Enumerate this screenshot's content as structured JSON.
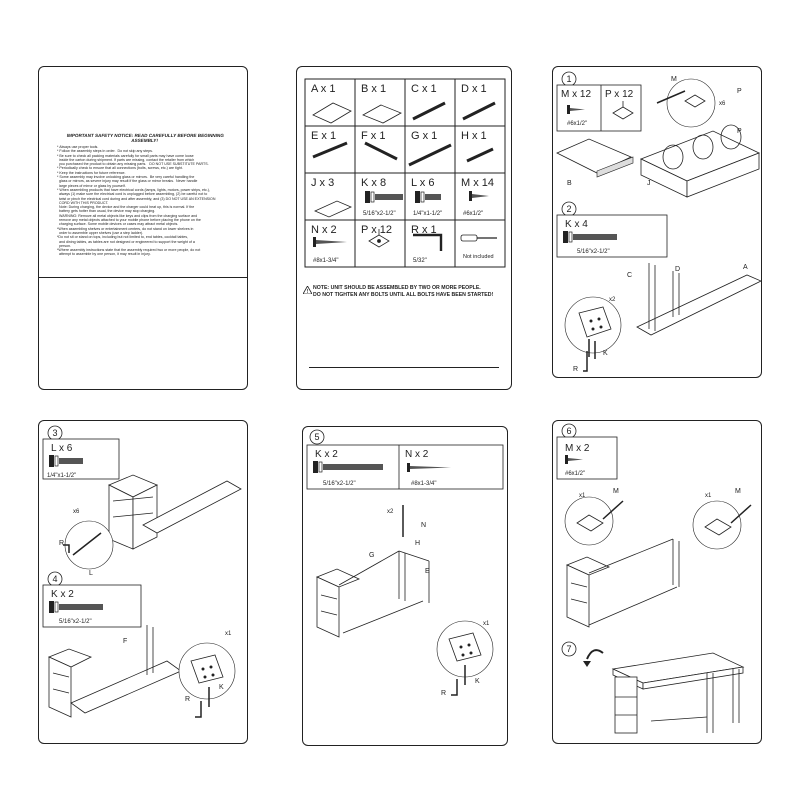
{
  "notice": {
    "title": "IMPORTANT SAFETY NOTICE: READ CAREFULLY BEFORE BEGINNING ASSEMBLY!",
    "lines": [
      "* Always use proper tools.",
      "* Follow the assembly steps in order.  Do not skip any steps.",
      "* Be sure to check all packing materials carefully for small parts may have come loose",
      "  inside the carton during shipment. If parts are missing, contact the retailer from which",
      "  you purchased the product to obtain any missing parts.   DO NOT USE SUBSTITUTE PARTS.",
      "* Periodically check to ensure that all connections (bolts, screws, etc.) are tight.",
      "* Keep the instructions for future reference.",
      "* Some assembly may involve unlocking glass or mirrors.  Be very careful handling the",
      "  glass or mirrors, as severe injury may result if the glass or mirror breaks.  Never handle",
      "  large pieces of mirror or glass by yourself.",
      "* When assembling products that have electrical cords (lamps, lights, motors, power strips, etc.),",
      "  always (1) make sure the electrical cord is unplugged before assembling, (2) be careful not to",
      "  twist or pinch the electrical cord during and after assembly, and (3) DO NOT USE AN EXTENSION",
      "  CORD WITH THIS PRODUCT.",
      "  Note: During charging, the device and the charger could heat up, this is normal. If the",
      "  battery gets hotter than usual, the device may stop charging.",
      "  WARNING: Remove all metal objects like keys and clips from the charging surface and",
      "  remove any metal objects attached to your mobile phone before placing the phone on the",
      "  charging surface. Some mobile devices or cases may attract metal objects.",
      "*When assembling shelves or entertainment centers, do not stand on lower shelves in",
      "  order to assemble upper shelves (use a step ladder).",
      "*Do not sit or stand on tops, including but not limited to, end tables, cocktail tables,",
      "  and dining tables, as tables are not designed or engineered to support the weight of a",
      "  person.",
      "*Where assembly instructions state that the assembly required two or more people, do not",
      "  attempt to assemble by one person, it may result in injury."
    ]
  },
  "parts": {
    "items": [
      {
        "letter": "A",
        "qty": "1"
      },
      {
        "letter": "B",
        "qty": "1"
      },
      {
        "letter": "C",
        "qty": "1"
      },
      {
        "letter": "D",
        "qty": "1"
      },
      {
        "letter": "E",
        "qty": "1"
      },
      {
        "letter": "F",
        "qty": "1"
      },
      {
        "letter": "G",
        "qty": "1"
      },
      {
        "letter": "H",
        "qty": "1"
      },
      {
        "letter": "J",
        "qty": "3"
      },
      {
        "letter": "K",
        "qty": "8",
        "size": "5/16\"x2-1/2\""
      },
      {
        "letter": "L",
        "qty": "6",
        "size": "1/4\"x1-1/2\""
      },
      {
        "letter": "M",
        "qty": "14",
        "size": "#6x1/2\""
      },
      {
        "letter": "N",
        "qty": "2",
        "size": "#8x1-3/4\""
      },
      {
        "letter": "P",
        "qty": "12"
      },
      {
        "letter": "R",
        "qty": "1",
        "size": "5/32\""
      },
      {
        "note": "Not included"
      }
    ],
    "times": "x",
    "warning_line1": "NOTE: UNIT SHOULD BE ASSEMBLED BY TWO OR MORE PEOPLE.",
    "warning_line2": "DO NOT TIGHTEN ANY BOLTS UNTIL ALL BOLTS HAVE BEEN STARTED!"
  },
  "step1": {
    "num": "1",
    "hw": [
      {
        "letter": "M",
        "qty": "12",
        "size": "#6x1/2\""
      },
      {
        "letter": "P",
        "qty": "12"
      }
    ],
    "mult": "x6",
    "labels": [
      "M",
      "P",
      "P",
      "B",
      "J"
    ]
  },
  "step2": {
    "num": "2",
    "hw": {
      "letter": "K",
      "qty": "4",
      "size": "5/16\"x2-1/2\""
    },
    "mult": "x2",
    "labels": [
      "C",
      "D",
      "A",
      "R",
      "K"
    ]
  },
  "step3": {
    "num": "3",
    "hw": {
      "letter": "L",
      "qty": "6",
      "size": "1/4\"x1-1/2\""
    },
    "mult": "x6",
    "labels": [
      "R",
      "L"
    ]
  },
  "step4": {
    "num": "4",
    "hw": {
      "letter": "K",
      "qty": "2",
      "size": "5/16\"x2-1/2\""
    },
    "mult": "x1",
    "labels": [
      "F",
      "R",
      "K"
    ]
  },
  "step5": {
    "num": "5",
    "hw": [
      {
        "letter": "K",
        "qty": "2",
        "size": "5/16\"x2-1/2\""
      },
      {
        "letter": "N",
        "qty": "2",
        "size": "#8x1-3/4\""
      }
    ],
    "mult_top": "x2",
    "mult": "x1",
    "labels": [
      "N",
      "G",
      "H",
      "E",
      "R",
      "K"
    ]
  },
  "step6": {
    "num": "6",
    "hw": {
      "letter": "M",
      "qty": "2",
      "size": "#6x1/2\""
    },
    "mult_left": "x1",
    "mult_right": "x1",
    "labels": [
      "M",
      "M"
    ]
  },
  "step7": {
    "num": "7"
  }
}
